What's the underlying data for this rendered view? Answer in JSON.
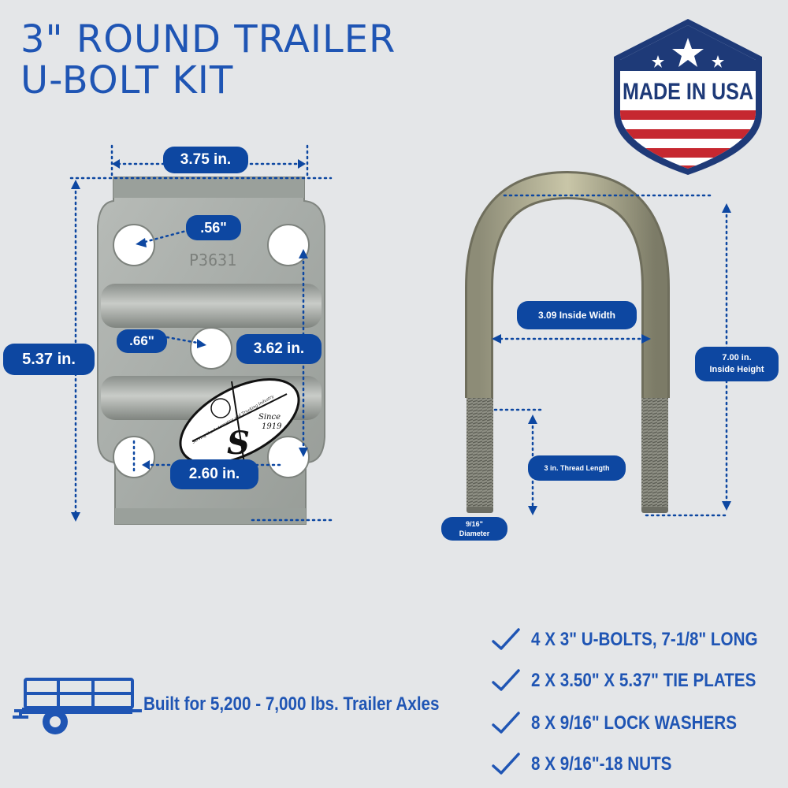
{
  "title": {
    "line1": "3\" ROUND TRAILER",
    "line2": "U-BOLT KIT"
  },
  "badge": {
    "text": "MADE IN USA"
  },
  "plate_dimensions": {
    "width": "3.75 in.",
    "height": "5.37 in.",
    "hole_diameter": ".56\"",
    "center_hole": ".66\"",
    "hole_spacing_long": "3.62 in.",
    "hole_spacing_short": "2.60 in.",
    "stamp": "P3631"
  },
  "logo": {
    "letter": "S",
    "since": "Since",
    "year": "1919",
    "tagline": "Serving the Automotive and Trucking Industry"
  },
  "ubolt_dimensions": {
    "inside_width": "3.09 Inside Width",
    "inside_height_line1": "7.00 in.",
    "inside_height_line2": "Inside Height",
    "thread_length": "3 in. Thread Length",
    "diameter_line1": "9/16\"",
    "diameter_line2": "Diameter"
  },
  "axle_note": "Built for 5,200 - 7,000 lbs. Trailer Axles",
  "kit_contents": [
    "4 X  3\" U-BOLTS, 7-1/8\" LONG",
    "2 X 3.50\" X 5.37\" TIE PLATES",
    "8 X 9/16\" LOCK WASHERS",
    "8 X 9/16\"-18 NUTS"
  ],
  "colors": {
    "brand_blue": "#1f55b4",
    "label_blue": "#0d47a1",
    "background": "#e4e6e8",
    "badge_red": "#c62830",
    "badge_navy": "#1e3a78"
  }
}
